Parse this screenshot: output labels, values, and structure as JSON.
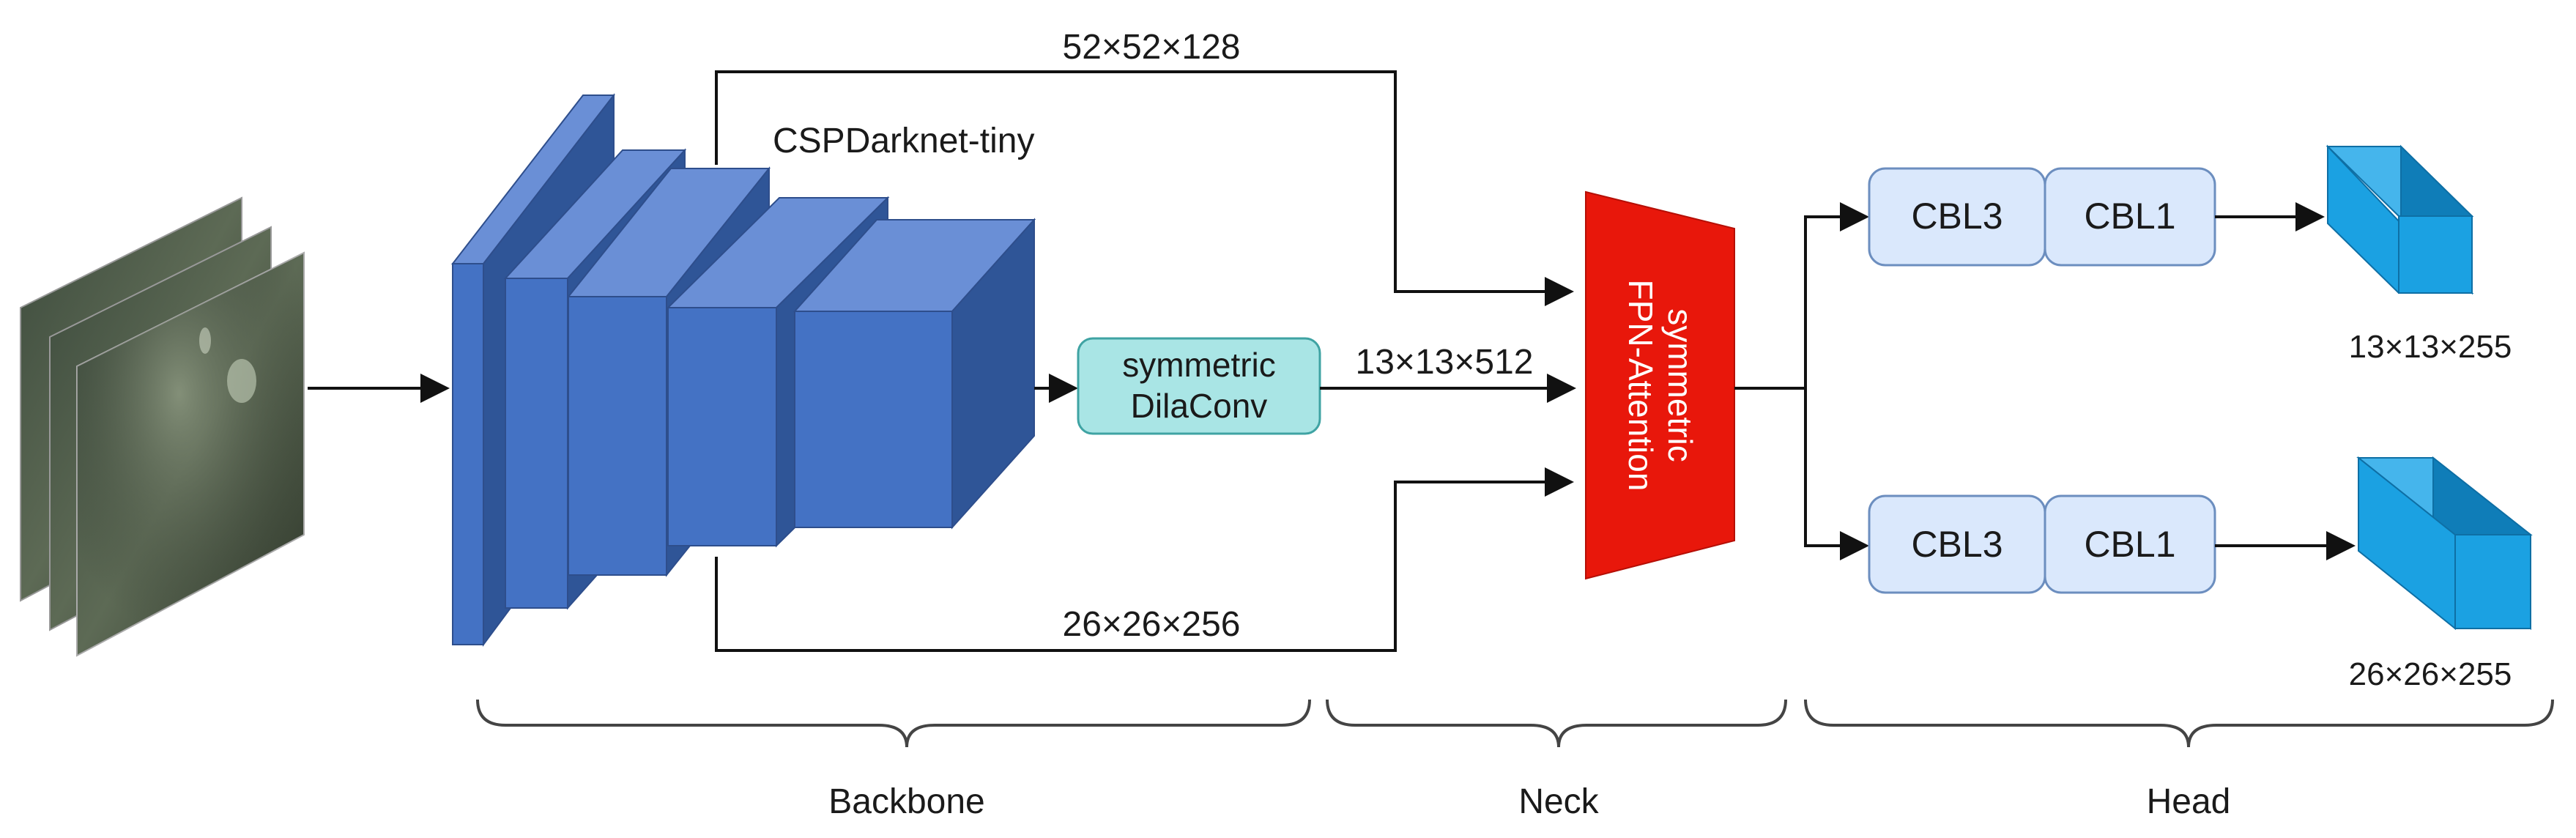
{
  "backbone": {
    "name": "CSPDarknet-tiny",
    "colors": {
      "front": "#4472C4",
      "top": "#6A8FD6",
      "side": "#2F5597",
      "edge": "#2E4E8C"
    }
  },
  "modules": {
    "dilaconv": {
      "line1": "symmetric",
      "line2": "DilaConv",
      "fill": "#A9E5E5",
      "stroke": "#3FA3A3"
    },
    "fpn": {
      "line1": "symmetric",
      "line2": "FPN-Attention",
      "fill": "#E8170B"
    }
  },
  "connections": {
    "top": "52×52×128",
    "middle": "13×13×512",
    "bottom": "26×26×256"
  },
  "head": {
    "rows": [
      {
        "cbl_a": "CBL3",
        "cbl_b": "CBL1",
        "output": "13×13×255"
      },
      {
        "cbl_a": "CBL3",
        "cbl_b": "CBL1",
        "output": "26×26×255"
      }
    ],
    "cbl_fill": "#DAE8FC",
    "cbl_stroke": "#6C8EBF",
    "cube_colors": {
      "front": "#1BA1E2",
      "top": "#45B5EC",
      "side": "#0F7DB8"
    }
  },
  "sections": [
    {
      "label": "Backbone"
    },
    {
      "label": "Neck"
    },
    {
      "label": "Head"
    }
  ],
  "input": {
    "icon": "underwater-image-stack"
  }
}
